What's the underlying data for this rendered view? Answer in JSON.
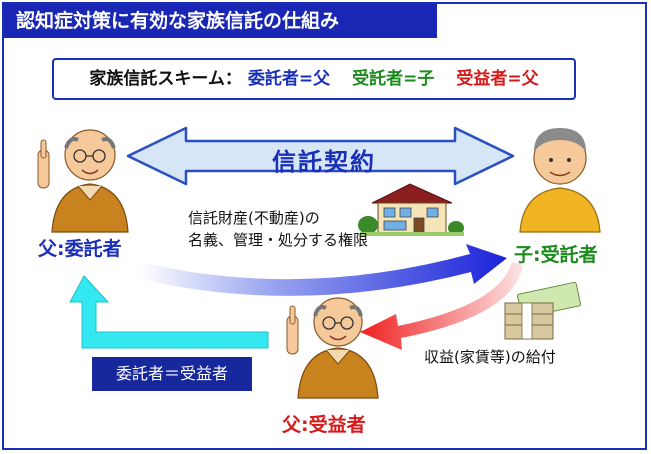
{
  "title": "認知症対策に有効な家族信託の仕組み",
  "scheme": {
    "prefix": "家族信託スキーム：",
    "settlor": "委託者=父",
    "trustee": "受託者=子",
    "beneficiary": "受益者=父"
  },
  "contract_label": "信託契約",
  "settlor_label": "父:委託者",
  "trustee_label": "子:受託者",
  "beneficiary_label": "父:受益者",
  "transfer_text": [
    "信託財産(不動産)の",
    "名義、管理・処分する権限"
  ],
  "benefit_text": "収益(家賃等)の給付",
  "equality_text": "委託者＝受益者",
  "colors": {
    "frame": "#1a2fb8",
    "title_bg": "#1a27b5",
    "settlor": "#1a2fb8",
    "trustee": "#1c8a1c",
    "beneficiary": "#d61a1a",
    "contract_arrow": "#d6e6f7",
    "cyan_arrow": "#33e8f0"
  },
  "icons": [
    "house-icon",
    "money-bundle-icon",
    "elderly-father-icon",
    "son-icon"
  ]
}
